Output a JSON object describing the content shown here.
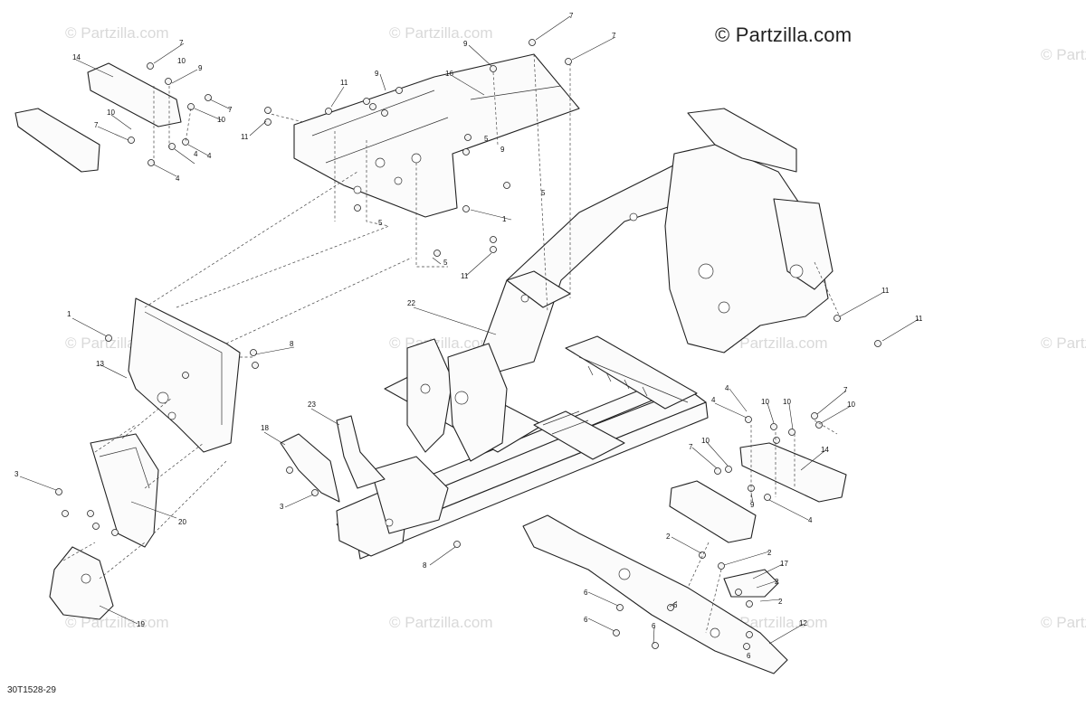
{
  "brand": "© Partzilla.com",
  "watermark": "© Partzilla.com",
  "diagram_code": "30T1528-29",
  "callouts": [
    "1",
    "2",
    "3",
    "4",
    "5",
    "6",
    "7",
    "8",
    "9",
    "10",
    "11",
    "12",
    "13",
    "14",
    "16",
    "17",
    "18",
    "19",
    "20",
    "22",
    "23"
  ]
}
